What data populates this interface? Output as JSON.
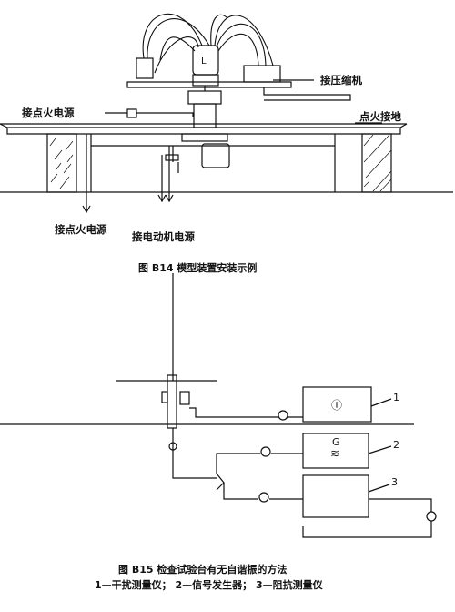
{
  "fig14": {
    "labels": {
      "compressor": "接压缩机",
      "ignition_top": "接点火电源",
      "ground": "点火接地",
      "ignition_bottom": "接点火电源",
      "motor": "接电动机电源"
    },
    "caption": "图 B14    模型装置安装示例"
  },
  "fig15": {
    "device_symbols": [
      "Ⓘ",
      "G",
      "≋"
    ],
    "callouts": [
      "1",
      "2",
      "3"
    ],
    "caption_title": "图 B15    检查试验台有无自谐振的方法",
    "caption_legend": "1—干扰测量仪； 2—信号发生器； 3—阻抗测量仪"
  },
  "colors": {
    "line": "#111111",
    "fill": "#ffffff"
  }
}
